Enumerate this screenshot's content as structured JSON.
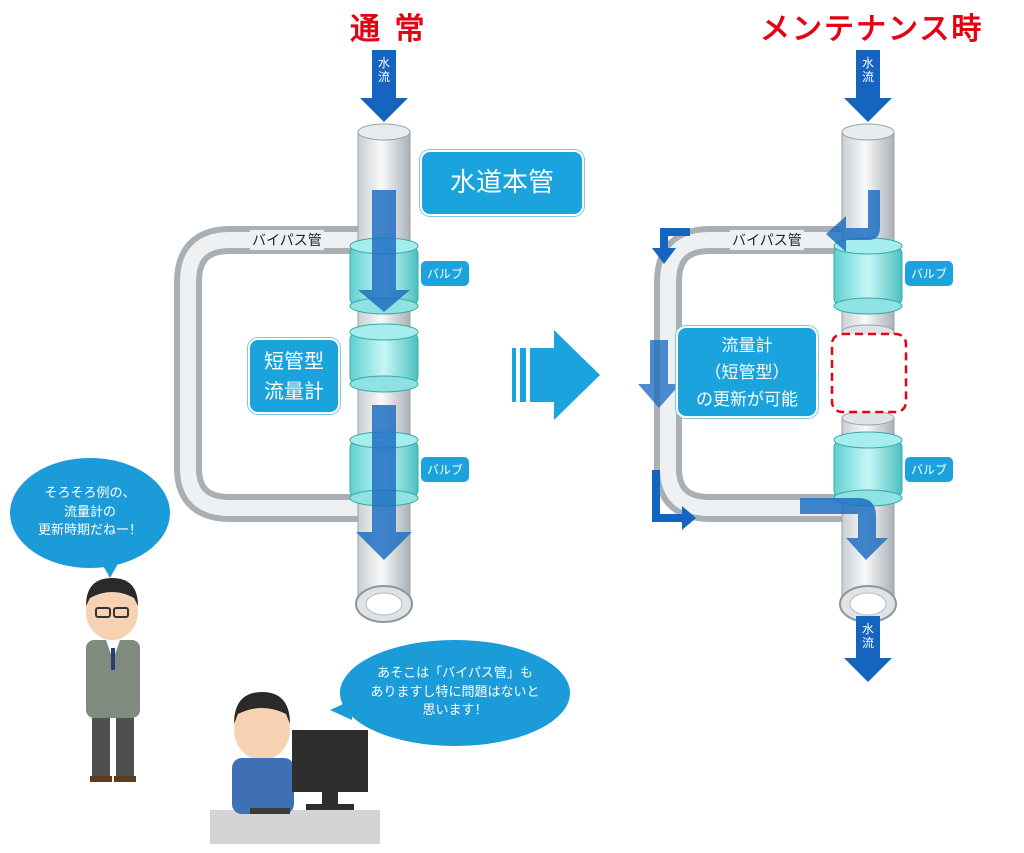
{
  "titles": {
    "normal": "通 常",
    "maintenance": "メンテナンス時"
  },
  "flow_label": "水流",
  "labels": {
    "main_pipe": "水道本管",
    "bypass_left": "バイパス管",
    "bypass_right": "バイパス管",
    "valve": "バルブ",
    "meter_line1": "短管型",
    "meter_line2": "流量計",
    "maint_line1": "流量計",
    "maint_line2": "（短管型）",
    "maint_line3": "の更新が可能"
  },
  "speech": {
    "manager_line1": "そろそろ例の、",
    "manager_line2": "流量計の",
    "manager_line3": "更新時期だねー！",
    "worker_line1": "あそこは「バイパス管」も",
    "worker_line2": "ありますし特に問題はないと",
    "worker_line3": "思います！"
  },
  "colors": {
    "accent": "#1aa3dc",
    "title": "#e60012",
    "arrow": "#1565c0",
    "valve": "#8ee8e8"
  }
}
